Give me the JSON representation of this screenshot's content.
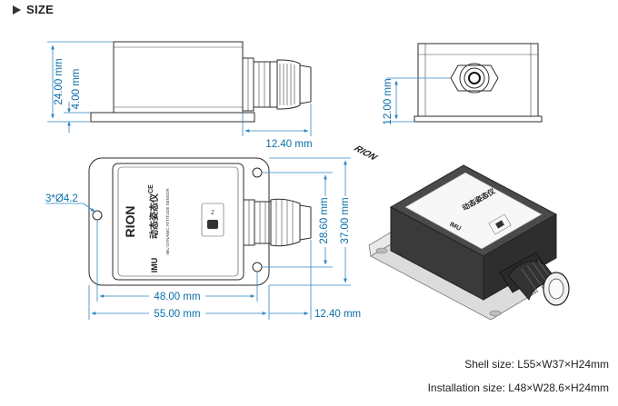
{
  "section": {
    "title": "SIZE"
  },
  "dimensions": {
    "side_height": "24.00 mm",
    "side_base": "4.00 mm",
    "side_gland": "12.40 mm",
    "end_height": "12.00 mm",
    "top_hole": "3*Ø4.2",
    "top_hole_spacing_v": "28.60 mm",
    "top_width": "37.00 mm",
    "top_hole_spacing_h": "48.00 mm",
    "top_length": "55.00 mm",
    "top_gland": "12.40 mm"
  },
  "label": {
    "brand": "RION",
    "model_cn": "动态姿态仪",
    "model_en": "IMU DYNAMIC ATTITUDE SENSOR",
    "prefix": "IMU",
    "ce": "CE",
    "axis_z": "Z"
  },
  "specs": {
    "shell": "Shell size: L55×W37×H24mm",
    "install": "Installation size: L48×W28.6×H24mm"
  }
}
